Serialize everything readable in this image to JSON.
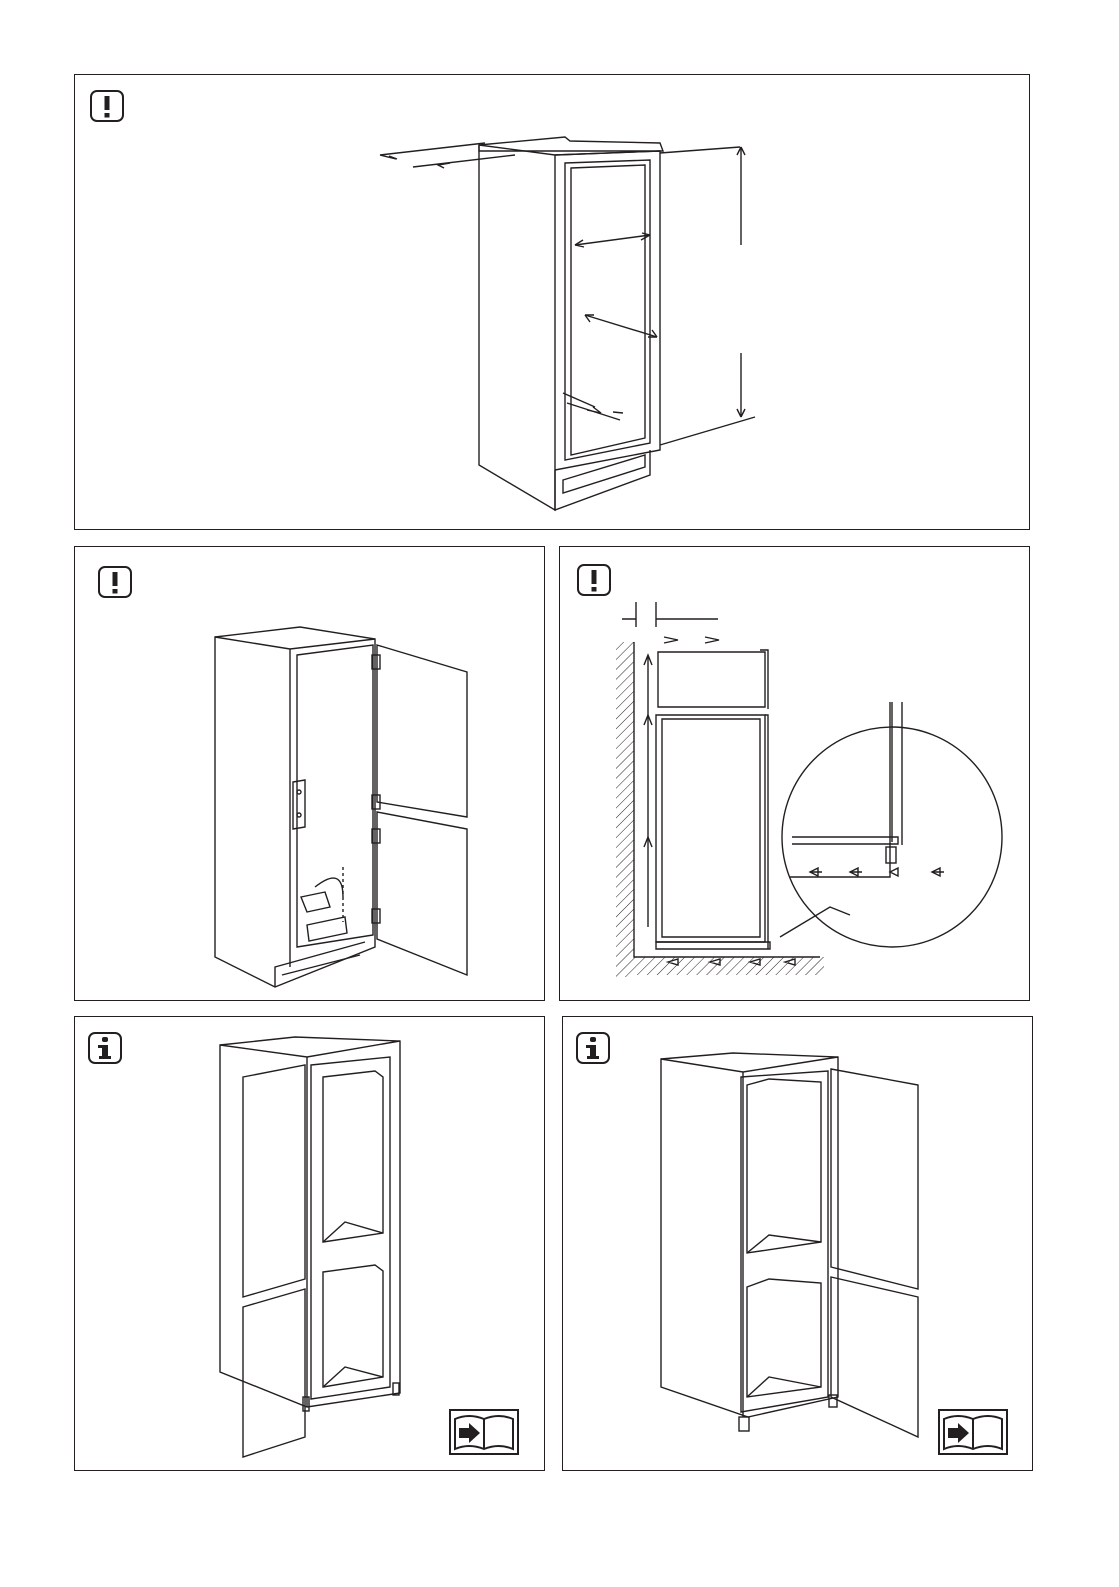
{
  "panels": [
    {
      "id": "panel-1",
      "icon": "warning-icon"
    },
    {
      "id": "panel-2",
      "icon": "warning-icon"
    },
    {
      "id": "panel-3",
      "icon": "warning-icon"
    },
    {
      "id": "panel-4",
      "icon": "info-icon",
      "footer_icon": "manual-book-icon"
    },
    {
      "id": "panel-5",
      "icon": "info-icon",
      "footer_icon": "manual-book-icon"
    }
  ],
  "colors": {
    "line": "#231f20",
    "background": "#ffffff"
  }
}
